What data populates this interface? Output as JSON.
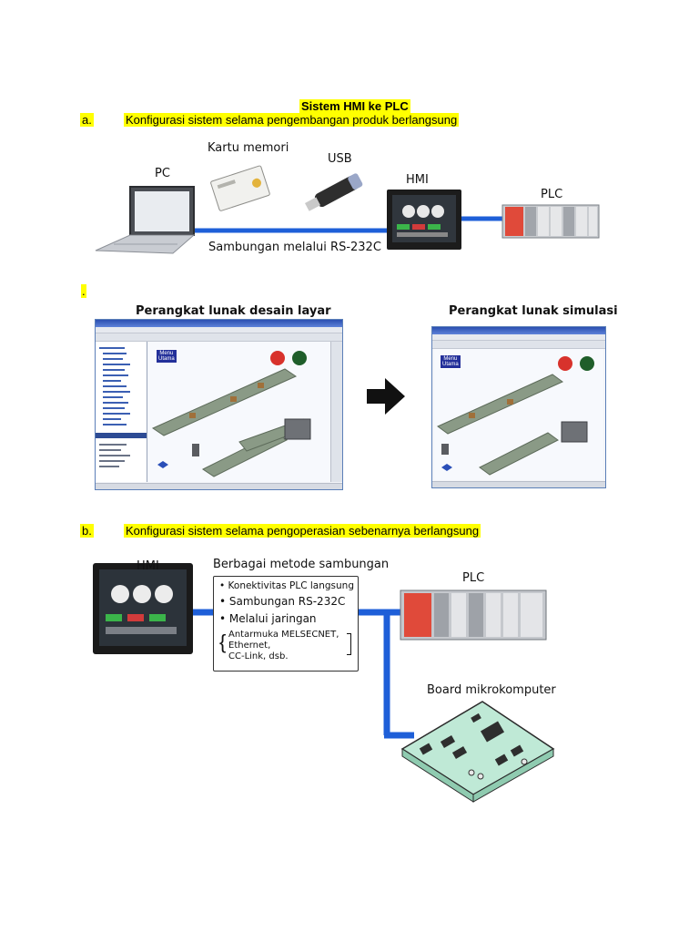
{
  "title": "Sistem HMI ke PLC",
  "section_a": {
    "letter": "a.",
    "text": "Konfigurasi sistem selama pengembangan produk berlangsung"
  },
  "diagram_a": {
    "pc": "PC",
    "memory_card": "Kartu memori",
    "usb": "USB",
    "hmi": "HMI",
    "plc": "PLC",
    "connection": "Sambungan melalui RS-232C"
  },
  "dot_marker": ".",
  "software": {
    "design_label": "Perangkat lunak desain layar",
    "sim_label": "Perangkat lunak simulasi",
    "menu_button": "Menu\nUtama"
  },
  "section_b": {
    "letter": "b.",
    "text": "Konfigurasi sistem selama pengoperasian sebenarnya berlangsung"
  },
  "diagram_b": {
    "hmi": "HMI",
    "methods_title": "Berbagai metode sambungan",
    "methods": [
      "• Konektivitas PLC langsung",
      "• Sambungan RS-232C",
      "• Melalui jaringan"
    ],
    "network_types": [
      "Antarmuka MELSECNET,",
      "Ethernet,",
      "CC-Link, dsb."
    ],
    "plc": "PLC",
    "board": "Board mikrokomputer"
  },
  "colors": {
    "highlight": "#ffff00",
    "cable": "#1e5fd8"
  }
}
